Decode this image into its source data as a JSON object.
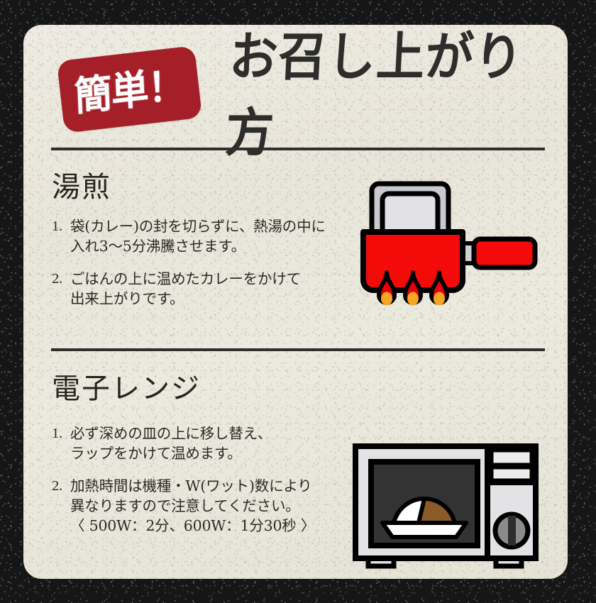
{
  "page": {
    "background_color": "#161616",
    "card_color": "#e9e6dc"
  },
  "header": {
    "badge_label": "簡単！",
    "badge_color": "#a51f29",
    "badge_text_color": "#ffffff",
    "title": "お召し上がり方",
    "title_color": "#2d2d2b"
  },
  "sections": [
    {
      "id": "yusen",
      "heading": "湯煎",
      "steps": [
        {
          "number": "1.",
          "lines": [
            "袋(カレー)の封を切らずに、熱湯の中に",
            "入れ3〜5分沸騰させます。"
          ]
        },
        {
          "number": "2.",
          "lines": [
            "ごはんの上に温めたカレーをかけて",
            "出来上がりです。"
          ]
        }
      ],
      "illustration": {
        "name": "pot-on-stove",
        "pot_body_color": "#f50a0a",
        "lid_color": "#dcdce0",
        "lid_handle_color": "#c7c7cc",
        "handle_color": "#f50a0a",
        "outline_color": "#000000",
        "flame_outer_color": "#e8000d",
        "flame_inner_color": "#f5a623",
        "flame_count": 3
      }
    },
    {
      "id": "microwave",
      "heading": "電子レンジ",
      "steps": [
        {
          "number": "1.",
          "lines": [
            "必ず深めの皿の上に移し替え、",
            "ラップをかけて温めます。"
          ]
        },
        {
          "number": "2.",
          "lines": [
            "加熱時間は機種・W(ワット)数により",
            "異なりますので注意してください。",
            "〈 500W：2分、600W：1分30秒 〉"
          ]
        }
      ],
      "illustration": {
        "name": "microwave-oven",
        "body_color": "#e3e3e6",
        "window_color": "#333333",
        "panel_color": "#e3e3e6",
        "display_color": "#ececee",
        "knob_color": "#8c8c8c",
        "plate_color": "#ffffff",
        "rice_color": "#ffffff",
        "curry_color": "#8a5a28",
        "outline_color": "#000000"
      }
    }
  ],
  "dividers": {
    "color": "#312f2b",
    "count": 2
  }
}
